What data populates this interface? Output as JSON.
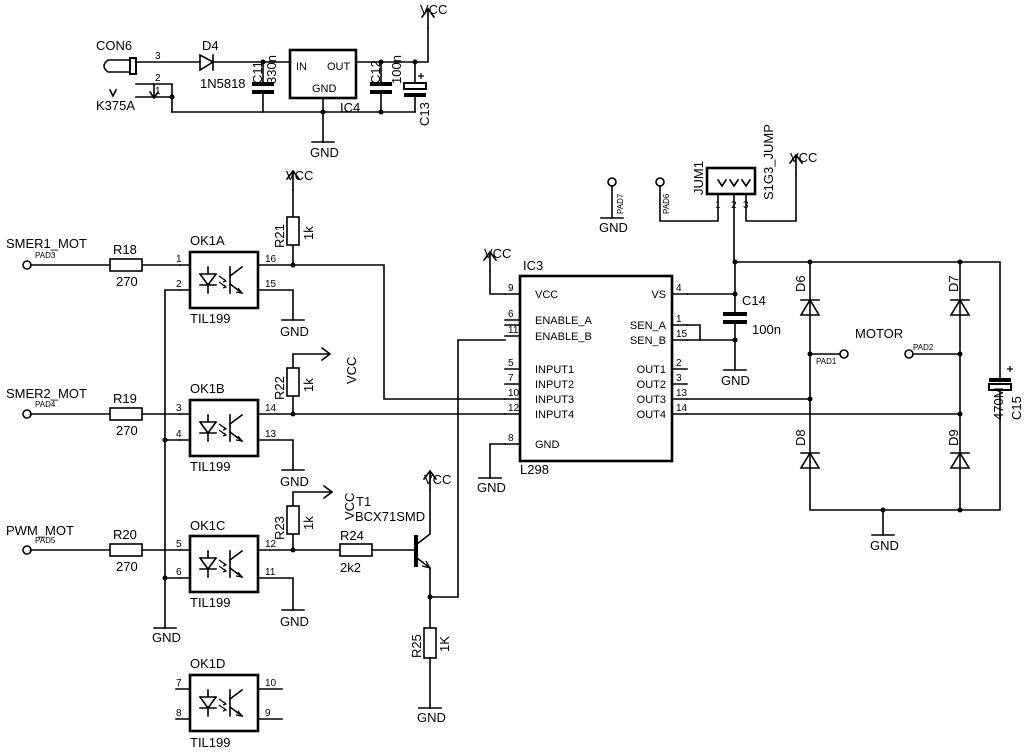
{
  "power": {
    "vcc": "VCC",
    "gnd": "GND"
  },
  "pads": {
    "pad1": "PAD1",
    "pad2": "PAD2",
    "pad3": "PAD3",
    "pad4": "PAD4",
    "pad5": "PAD5",
    "pad6": "PAD6",
    "pad7": "PAD7"
  },
  "nets": {
    "smer1": "SMER1_MOT",
    "smer2": "SMER2_MOT",
    "pwm": "PWM_MOT",
    "motor": "MOTOR"
  },
  "connector": {
    "name": "CON6",
    "value": "K375A",
    "pins": [
      "3",
      "2",
      "1"
    ]
  },
  "d4": {
    "name": "D4",
    "value": "1N5818"
  },
  "c11": {
    "name": "C11",
    "value": "330n"
  },
  "c12": {
    "name": "C12",
    "value": "100n"
  },
  "c13": {
    "name": "C13"
  },
  "c14": {
    "name": "C14",
    "value": "100n"
  },
  "c15": {
    "name": "C15",
    "value": "470M"
  },
  "ic4": {
    "name": "IC4",
    "in": "IN",
    "out": "OUT",
    "gnd": "GND"
  },
  "ic3": {
    "name": "IC3",
    "value": "L298",
    "left": [
      {
        "pin": "9",
        "label": "VCC"
      },
      {
        "pin": "6",
        "label": "ENABLE_A"
      },
      {
        "pin": "11",
        "label": "ENABLE_B"
      },
      {
        "pin": "5",
        "label": "INPUT1"
      },
      {
        "pin": "7",
        "label": "INPUT2"
      },
      {
        "pin": "10",
        "label": "INPUT3"
      },
      {
        "pin": "12",
        "label": "INPUT4"
      },
      {
        "pin": "8",
        "label": "GND"
      }
    ],
    "right": [
      {
        "pin": "4",
        "label": "VS"
      },
      {
        "pin": "1",
        "label": "SEN_A"
      },
      {
        "pin": "15",
        "label": "SEN_B"
      },
      {
        "pin": "2",
        "label": "OUT1"
      },
      {
        "pin": "3",
        "label": "OUT2"
      },
      {
        "pin": "13",
        "label": "OUT3"
      },
      {
        "pin": "14",
        "label": "OUT4"
      }
    ]
  },
  "jumper": {
    "name": "JUM1",
    "value": "S1G3_JUMP",
    "pins": [
      "1",
      "2",
      "3"
    ]
  },
  "resistors": {
    "r18": {
      "name": "R18",
      "value": "270"
    },
    "r19": {
      "name": "R19",
      "value": "270"
    },
    "r20": {
      "name": "R20",
      "value": "270"
    },
    "r21": {
      "name": "R21",
      "value": "1k"
    },
    "r22": {
      "name": "R22",
      "value": "1k"
    },
    "r23": {
      "name": "R23",
      "value": "1k"
    },
    "r24": {
      "name": "R24",
      "value": "2k2"
    },
    "r25": {
      "name": "R25",
      "value": "1K"
    }
  },
  "optos": {
    "a": {
      "name": "OK1A",
      "value": "TIL199",
      "pins": [
        "1",
        "2",
        "16",
        "15"
      ]
    },
    "b": {
      "name": "OK1B",
      "value": "TIL199",
      "pins": [
        "3",
        "4",
        "14",
        "13"
      ]
    },
    "c": {
      "name": "OK1C",
      "value": "TIL199",
      "pins": [
        "5",
        "6",
        "12",
        "11"
      ]
    },
    "d": {
      "name": "OK1D",
      "value": "TIL199",
      "pins": [
        "7",
        "8",
        "10",
        "9"
      ]
    }
  },
  "transistor": {
    "name": "T1",
    "value": "BCX71SMD"
  },
  "diodes": {
    "d6": "D6",
    "d7": "D7",
    "d8": "D8",
    "d9": "D9"
  }
}
